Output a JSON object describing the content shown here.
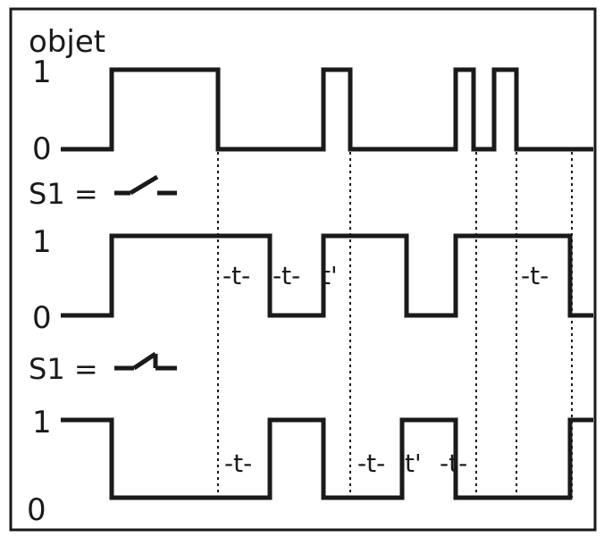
{
  "labels": {
    "object": "objet",
    "high": "1",
    "low": "0",
    "s1_no": "S1 =",
    "s1_nc": "S1 ="
  },
  "time_labels": {
    "t": "-t-",
    "t_prime": "t'"
  },
  "signals": [
    {
      "name": "objet",
      "initial": 0,
      "transitions": [
        125,
        244,
        362,
        392,
        510,
        530,
        553,
        578
      ]
    },
    {
      "name": "S1 no",
      "initial": 0,
      "transitions": [
        125,
        302,
        362,
        455,
        510,
        638
      ]
    },
    {
      "name": "S1 nc",
      "initial": 1,
      "transitions": [
        125,
        302,
        362,
        450,
        510,
        638
      ]
    }
  ],
  "timing_markers": [
    244,
    392,
    533,
    578,
    640
  ],
  "colors": {
    "ink": "#1a1a1a",
    "background": "#ffffff"
  }
}
